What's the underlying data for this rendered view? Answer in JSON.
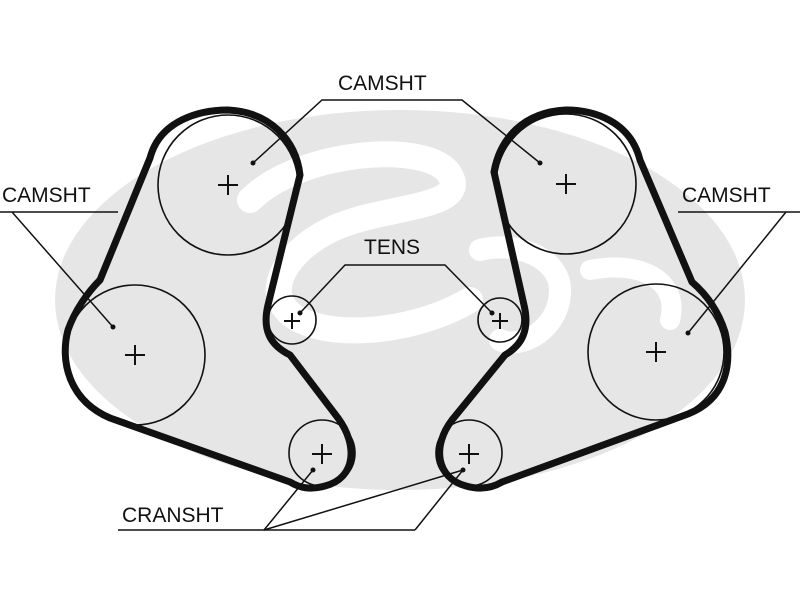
{
  "labels": {
    "camshaft_top": "CAMSHT",
    "camshaft_left": "CAMSHT",
    "camshaft_right": "CAMSHT",
    "tensioner": "TENS",
    "crankshaft": "CRANSHT"
  },
  "colors": {
    "ink": "#111111",
    "watermark": "#e6e6e6",
    "background": "#ffffff"
  }
}
